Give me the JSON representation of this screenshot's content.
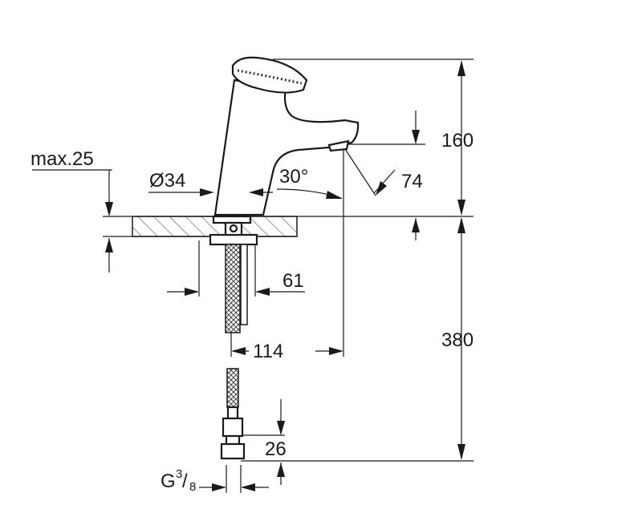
{
  "dimensions": {
    "max_depth": "max.25",
    "diameter": "Ø34",
    "angle": "30°",
    "height_top": "160",
    "spout_depth": "74",
    "shank": "61",
    "reach": "114",
    "height_bottom": "380",
    "connector_length": "26",
    "thread_base": "G",
    "thread_num": "3",
    "thread_den": "8"
  },
  "colors": {
    "line": "#1a1a1a",
    "background": "#ffffff"
  }
}
